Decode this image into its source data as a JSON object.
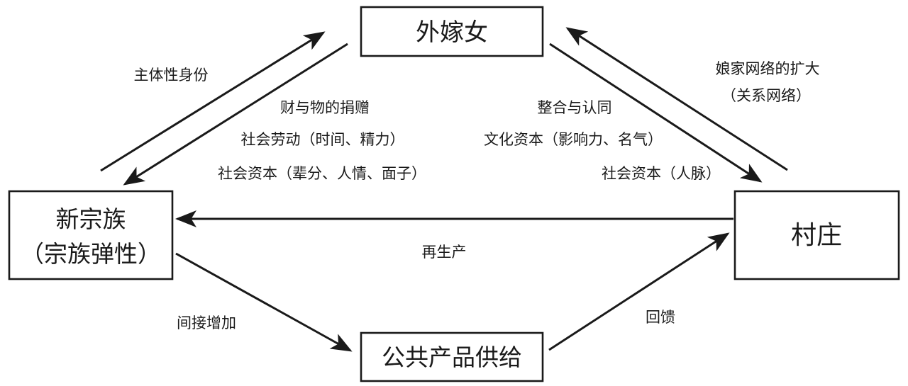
{
  "nodes": {
    "waijianv": {
      "label": "外嫁女"
    },
    "xinzongzu": {
      "label_line1": "新宗族",
      "label_line2": "（宗族弹性）"
    },
    "cunzhuang": {
      "label": "村庄"
    },
    "gonggong": {
      "label": "公共产品供给"
    }
  },
  "edges": {
    "zongzu_to_waijianv": {
      "label": "主体性身份"
    },
    "waijianv_to_zongzu": {
      "labels": [
        "财与物的捐赠",
        "社会劳动（时间、精力）",
        "社会资本（辈分、人情、面子）"
      ]
    },
    "waijianv_to_cunzhuang": {
      "labels": [
        "整合与认同",
        "文化资本（影响力、名气）",
        "社会资本（人脉）"
      ]
    },
    "cunzhuang_to_waijianv": {
      "labels": [
        "娘家网络的扩大",
        "（关系网络）"
      ]
    },
    "cunzhuang_to_zongzu": {
      "label": "再生产"
    },
    "zongzu_to_gonggong": {
      "label": "间接增加"
    },
    "gonggong_to_cunzhuang": {
      "label": "回馈"
    }
  },
  "colors": {
    "ink": "#1a1a1a",
    "background": "#ffffff"
  }
}
